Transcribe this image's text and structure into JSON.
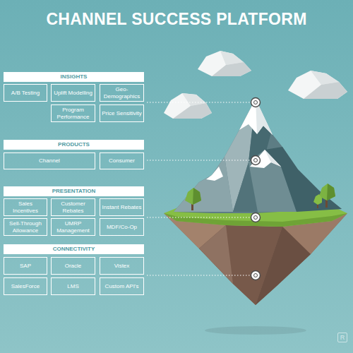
{
  "diagram": {
    "title": "CHANNEL SUCCESS PLATFORM",
    "nodes": [
      {
        "text": [
          "INSIGHTS"
        ]
      },
      {
        "text": [
          "A/B Testing"
        ]
      },
      {
        "text": [
          "Uplift Modelling"
        ]
      },
      {
        "text": [
          "Geo-Demographics"
        ]
      },
      {
        "text": [
          "Program Performance"
        ]
      },
      {
        "text": [
          "Price Sensitivity"
        ]
      },
      {
        "text": [
          "PRODUCTS"
        ]
      },
      {
        "text": [
          "Channel"
        ]
      },
      {
        "text": [
          "Consumer"
        ]
      },
      {
        "text": [
          "PRESENTATION"
        ]
      },
      {
        "text": [
          "Sales Incentives"
        ]
      },
      {
        "text": [
          "Customer Rebates"
        ]
      },
      {
        "text": [
          "Instant Rebates"
        ]
      },
      {
        "text": [
          "Sell-Through Allowance"
        ]
      },
      {
        "text": [
          "UMRP Management"
        ]
      },
      {
        "text": [
          "MDF/Co-Op"
        ]
      },
      {
        "text": [
          "CONNECTIVITY"
        ]
      },
      {
        "text": [
          "SAP"
        ]
      },
      {
        "text": [
          "Oracle"
        ]
      },
      {
        "text": [
          "Vistex"
        ]
      },
      {
        "text": [
          "SalesForce"
        ]
      },
      {
        "text": [
          "LMS"
        ]
      },
      {
        "text": [
          "Custom API's"
        ]
      }
    ],
    "labels": [
      "R"
    ]
  }
}
